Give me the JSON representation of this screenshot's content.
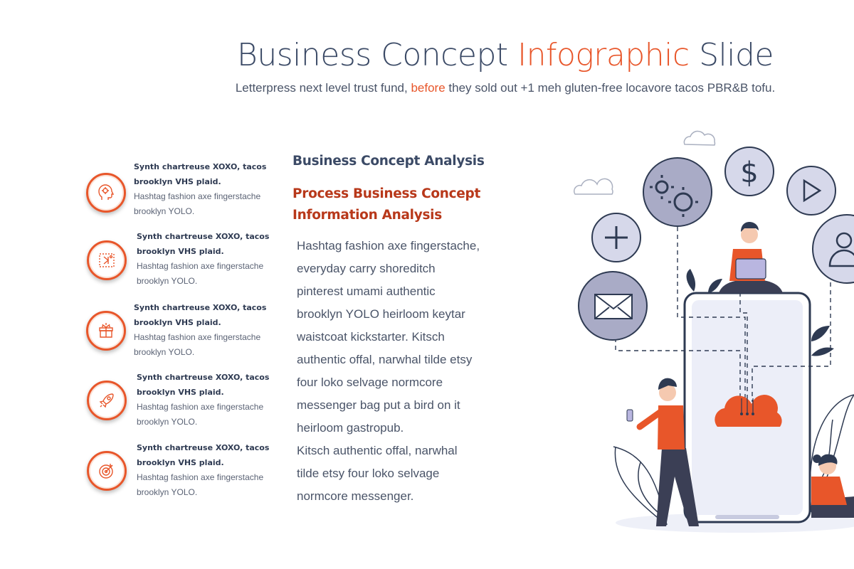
{
  "header": {
    "title_part1": "Business Concept",
    "title_accent": "Infographic",
    "title_part2": "Slide",
    "subtitle_part1": "Letterpress next level trust fund,",
    "subtitle_accent": "before",
    "subtitle_part2": "they sold out +1 meh gluten-free locavore tacos PBR&B tofu."
  },
  "features": [
    {
      "icon": "head-brain-icon",
      "heading_line1": "Synth chartreuse XOXO, tacos",
      "heading_line2": "brooklyn VHS plaid.",
      "body_line1": "Hashtag fashion axe fingerstache",
      "body_line2": "brooklyn YOLO."
    },
    {
      "icon": "strategy-board-icon",
      "heading_line1": "Synth chartreuse XOXO, tacos",
      "heading_line2": "brooklyn VHS plaid.",
      "body_line1": "Hashtag fashion axe fingerstache",
      "body_line2": "brooklyn YOLO."
    },
    {
      "icon": "gift-box-icon",
      "heading_line1": "Synth chartreuse XOXO, tacos",
      "heading_line2": "brooklyn VHS plaid.",
      "body_line1": "Hashtag fashion axe fingerstache",
      "body_line2": "brooklyn YOLO."
    },
    {
      "icon": "rocket-icon",
      "heading_line1": "Synth chartreuse XOXO, tacos",
      "heading_line2": "brooklyn VHS plaid.",
      "body_line1": "Hashtag fashion axe fingerstache",
      "body_line2": "brooklyn YOLO."
    },
    {
      "icon": "target-icon",
      "heading_line1": "Synth chartreuse XOXO, tacos",
      "heading_line2": "brooklyn VHS plaid.",
      "body_line1": "Hashtag fashion axe fingerstache",
      "body_line2": "brooklyn YOLO."
    }
  ],
  "main": {
    "heading": "Business Concept Analysis",
    "subheading_line1": "Process Business Concept",
    "subheading_line2": "Information Analysis",
    "paragraph_lines": [
      "Hashtag fashion axe fingerstache,",
      "everyday carry shoreditch",
      "pinterest umami authentic",
      "brooklyn YOLO heirloom keytar",
      "waistcoat kickstarter. Kitsch",
      "authentic offal, narwhal tilde etsy",
      "four loko selvage normcore",
      "messenger bag put a bird on it",
      "heirloom gastropub.",
      "Kitsch authentic offal, narwhal",
      "tilde etsy four loko selvage",
      "normcore messenger."
    ]
  },
  "illustration": {
    "icons": [
      "gears-icon",
      "dollar-icon",
      "play-icon",
      "plus-icon",
      "user-icon",
      "mail-icon",
      "cloud-icon"
    ],
    "colors": {
      "accent": "#e8562a",
      "bubble": "#a9abc6",
      "dark": "#2e3a52"
    }
  }
}
